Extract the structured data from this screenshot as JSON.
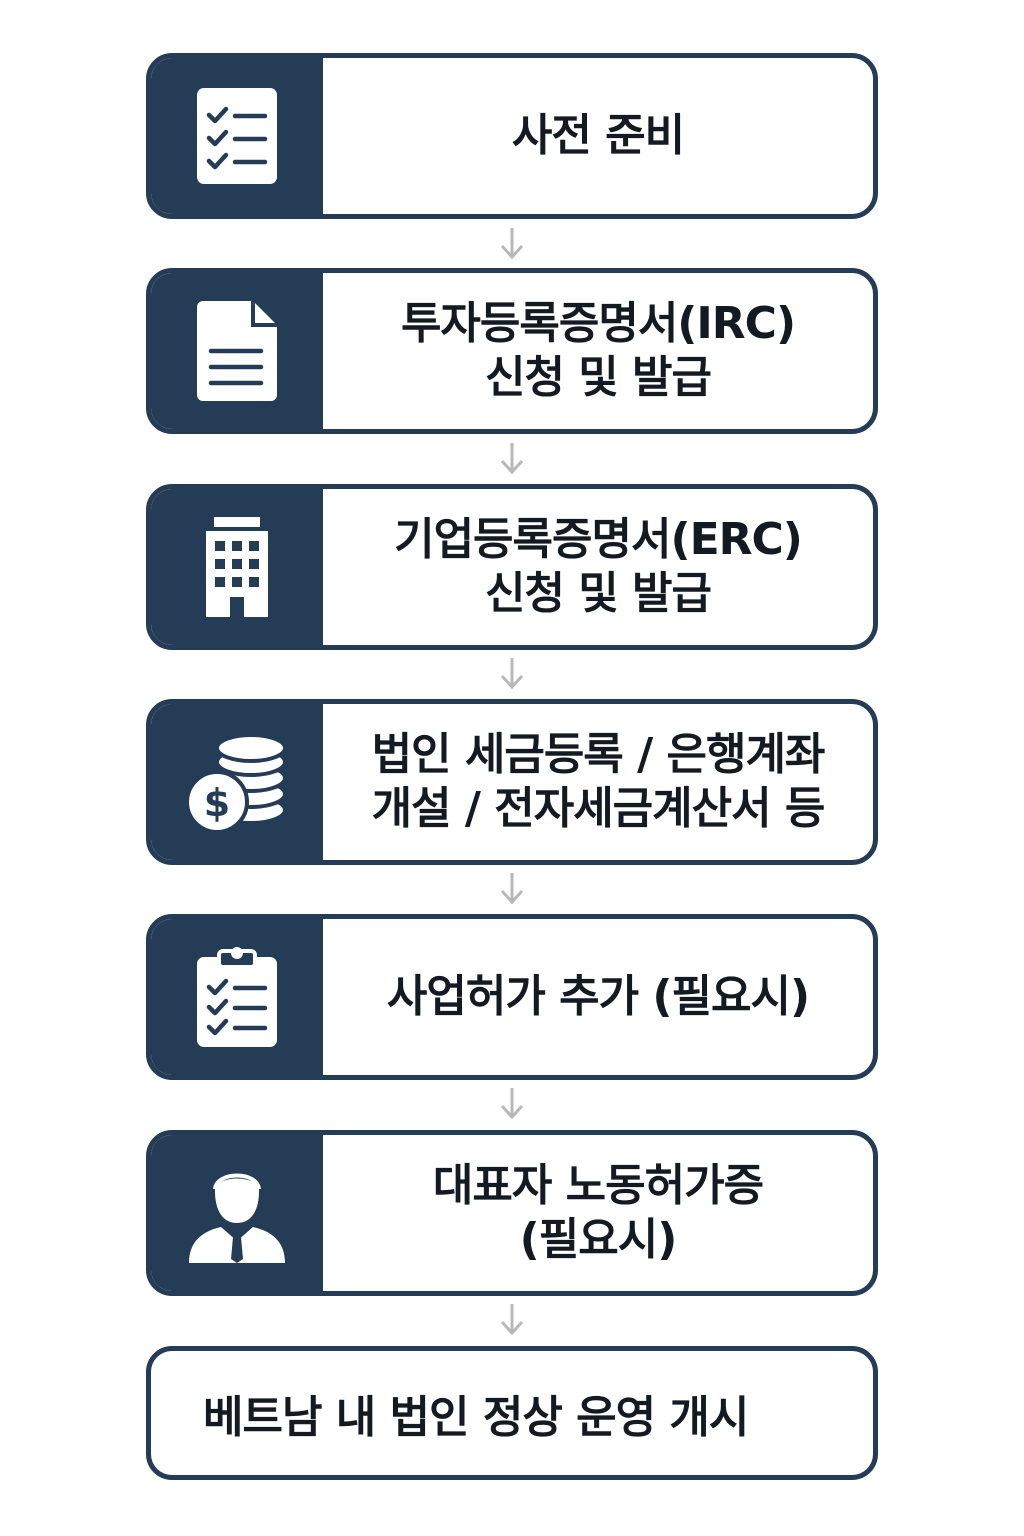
{
  "steps": [
    {
      "icon": "checklist-icon",
      "lines": [
        "사전 준비"
      ]
    },
    {
      "icon": "document-icon",
      "lines": [
        "투자등록증명서(IRC)",
        "신청 및 발급"
      ]
    },
    {
      "icon": "building-icon",
      "lines": [
        "기업등록증명서(ERC)",
        "신청 및 발급"
      ]
    },
    {
      "icon": "coins-dollar-icon",
      "lines": [
        "법인 세금등록 / 은행계좌",
        "개설 / 전자세금계산서 등"
      ]
    },
    {
      "icon": "clipboard-checklist-icon",
      "lines": [
        "사업허가 추가 (필요시)"
      ]
    },
    {
      "icon": "person-icon",
      "lines": [
        "대표자 노동허가증",
        "(필요시)"
      ]
    }
  ],
  "final_step": {
    "text": "베트남 내 법인 정상 운영 개시"
  },
  "colors": {
    "primary": "#243c55",
    "arrow": "#b8b8b8",
    "text": "#141a22"
  }
}
